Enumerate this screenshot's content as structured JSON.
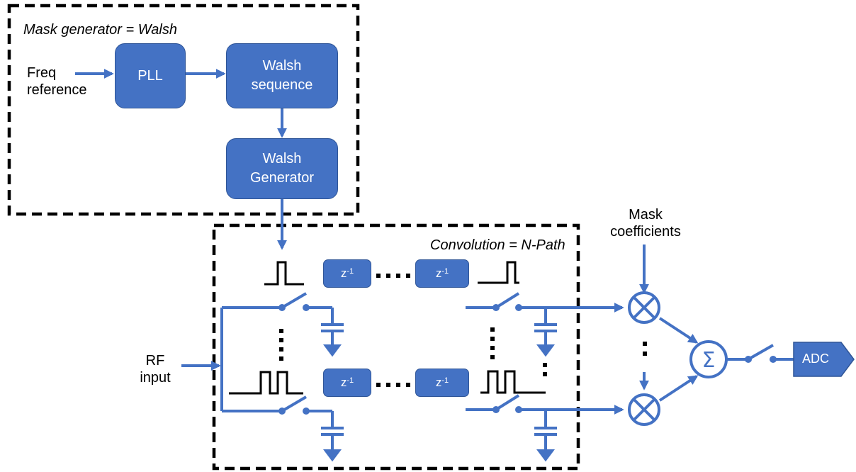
{
  "mask_generator": {
    "title": "Mask generator = Walsh",
    "freq_reference": "Freq\nreference",
    "pll": "PLL",
    "walsh_sequence": "Walsh\nsequence",
    "walsh_generator": "Walsh\nGenerator"
  },
  "convolution": {
    "title": "Convolution = N-Path",
    "z_base": "z",
    "z_exp": "-1"
  },
  "rf_input": "RF\ninput",
  "mask_coefficients": "Mask\ncoefficients",
  "adc": "ADC",
  "sum_symbol": "Σ",
  "colors": {
    "block_fill": "#4472c4",
    "line": "#4472c4",
    "border": "#000000"
  }
}
